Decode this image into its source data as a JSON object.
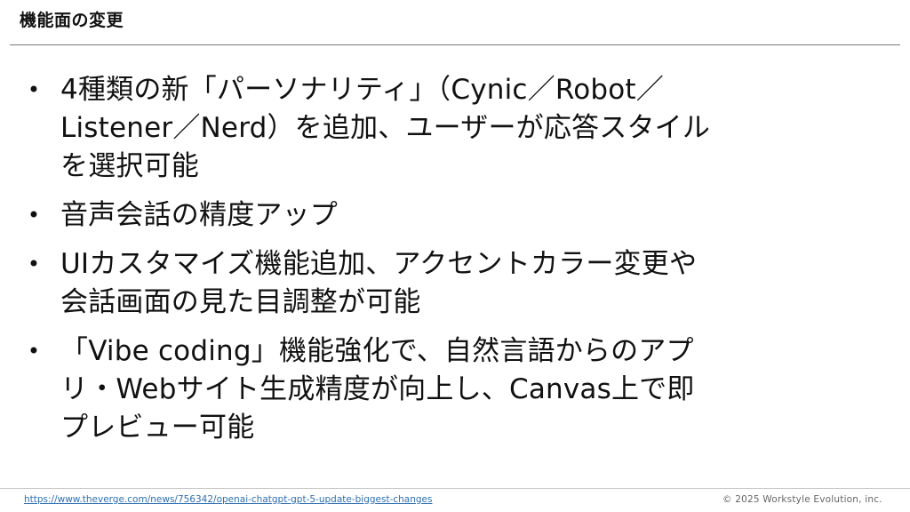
{
  "slide": {
    "title": "機能面の変更",
    "bullets": [
      {
        "marker": "•",
        "text": "4種類の新「パーソナリティ」（Cynic／Robot／\nListener／Nerd）を追加、ユーザーが応答スタイル\nを選択可能"
      },
      {
        "marker": "•",
        "text": "音声会話の精度アップ"
      },
      {
        "marker": "•",
        "text": "UIカスタマイズ機能追加、アクセントカラー変更や\n会話画面の見た目調整が可能"
      },
      {
        "marker": "•",
        "text": "「Vibe coding」機能強化で、自然言語からのアプ\nリ・Webサイト生成精度が向上し、Canvas上で即\nプレビュー可能"
      }
    ]
  },
  "footer": {
    "source_url": "https://www.theverge.com/news/756342/openai-chatgpt-gpt-5-update-biggest-changes",
    "copyright": "© 2025 Workstyle Evolution, inc."
  },
  "colors": {
    "text": "#111111",
    "link": "#2e6fb0",
    "divider": "#7a7a7a",
    "footer_text": "#666666"
  }
}
